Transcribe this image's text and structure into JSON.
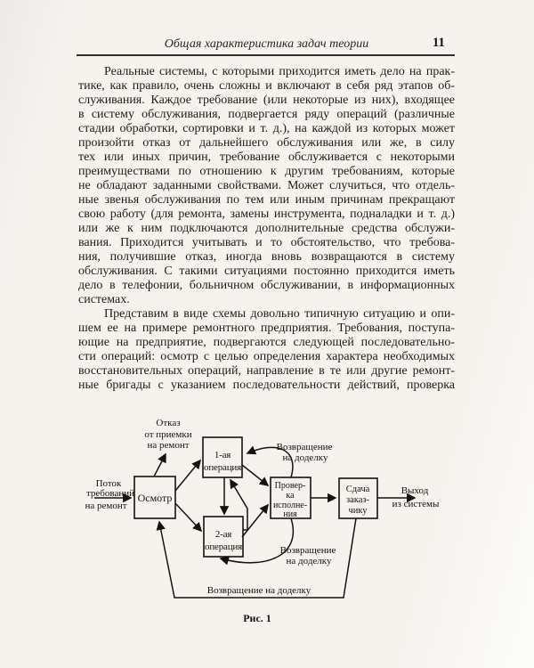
{
  "header": {
    "running_title": "Общая характеристика задач теории",
    "page_number": "11"
  },
  "paragraphs": {
    "p1_lines": [
      "Реальные системы, с которыми приходится иметь дело на прак-",
      "тике, как правило, очень сложны и включают в себя ряд этапов об-",
      "служивания. Каждое требование (или некоторые из них), входящее",
      "в систему обслуживания, подвергается ряду операций (различные",
      "стадии обработки, сортировки и т. д.), на каждой из которых может",
      "произойти отказ от дальнейшего обслуживания или же, в силу",
      "тех или иных причин, требование обслуживается с некоторыми",
      "преимуществами по отношению к другим требованиям, которые",
      "не обладают заданными свойствами. Может случиться, что отдель-",
      "ные звенья обслуживания по тем или иным причинам прекращают",
      "свою работу (для ремонта, замены инструмента, подналадки и т. д.)",
      "или же к ним подключаются дополнительные средства обслужи-",
      "вания. Приходится учитывать и то обстоятельство, что требова-",
      "ния, получившие отказ, иногда вновь возвращаются в систему",
      "обслуживания. С такими ситуациями постоянно приходится иметь",
      "дело в телефонии, больничном обслуживании, в информационных",
      "системах."
    ],
    "p2_lines": [
      "Представим в виде схемы довольно типичную ситуацию и опи-",
      "шем ее на примере ремонтного предприятия. Требования, поступа-",
      "ющие на предприятие, подвергаются следующей последовательно-",
      "сти операций: осмотр с целью определения характера необходимых",
      "восстановительных операций, направление в те или другие ремонт-",
      "ные бригады с указанием последовательности действий, проверка"
    ]
  },
  "figure": {
    "caption": "Рис. 1",
    "boxes": {
      "osmotr": [
        "Осмотр"
      ],
      "op1": [
        "1-ая",
        "операция"
      ],
      "op2": [
        "2-ая",
        "операция"
      ],
      "check": [
        "Провер-",
        "ка",
        "исполне-",
        "ния"
      ],
      "sdacha": [
        "Сдача",
        "заказ-",
        "чику"
      ]
    },
    "labels": {
      "input": [
        "Поток",
        "требований",
        "на ремонт"
      ],
      "reject": [
        "Отказ",
        "от приемки",
        "на ремонт"
      ],
      "return_top": [
        "Возвращение",
        "на доделку"
      ],
      "return_mid": [
        "Возвращение",
        "на доделку"
      ],
      "return_bottom": "Возвращение на доделку",
      "exit": [
        "Выход",
        "из системы"
      ]
    },
    "ink_color": "#16130f",
    "paper_color": "#f5f3ee"
  }
}
